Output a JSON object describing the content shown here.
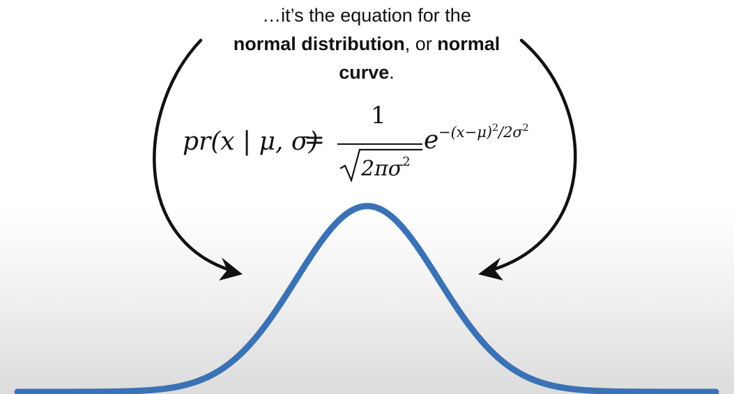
{
  "caption": {
    "line1": "…it’s the equation for the",
    "bold1": "normal distribution",
    "mid": ", or ",
    "bold2": "normal",
    "bold3": "curve",
    "end": "."
  },
  "formula": {
    "lhs_name": "pr",
    "lhs_args": "(x | μ, σ)",
    "equals": "=",
    "numerator": "1",
    "denominator": "2πσ",
    "denominator_power": "2",
    "base": "e",
    "exponent": "−(x−μ)",
    "exponent_power1": "2",
    "exponent_rest": "/2σ",
    "exponent_power2": "2"
  },
  "colors": {
    "curve": "#3a72b5",
    "arrow": "#111111",
    "text": "#111111"
  },
  "icons": {
    "left_arrow": "curved-arrow-down-right-icon",
    "right_arrow": "curved-arrow-down-left-icon"
  }
}
